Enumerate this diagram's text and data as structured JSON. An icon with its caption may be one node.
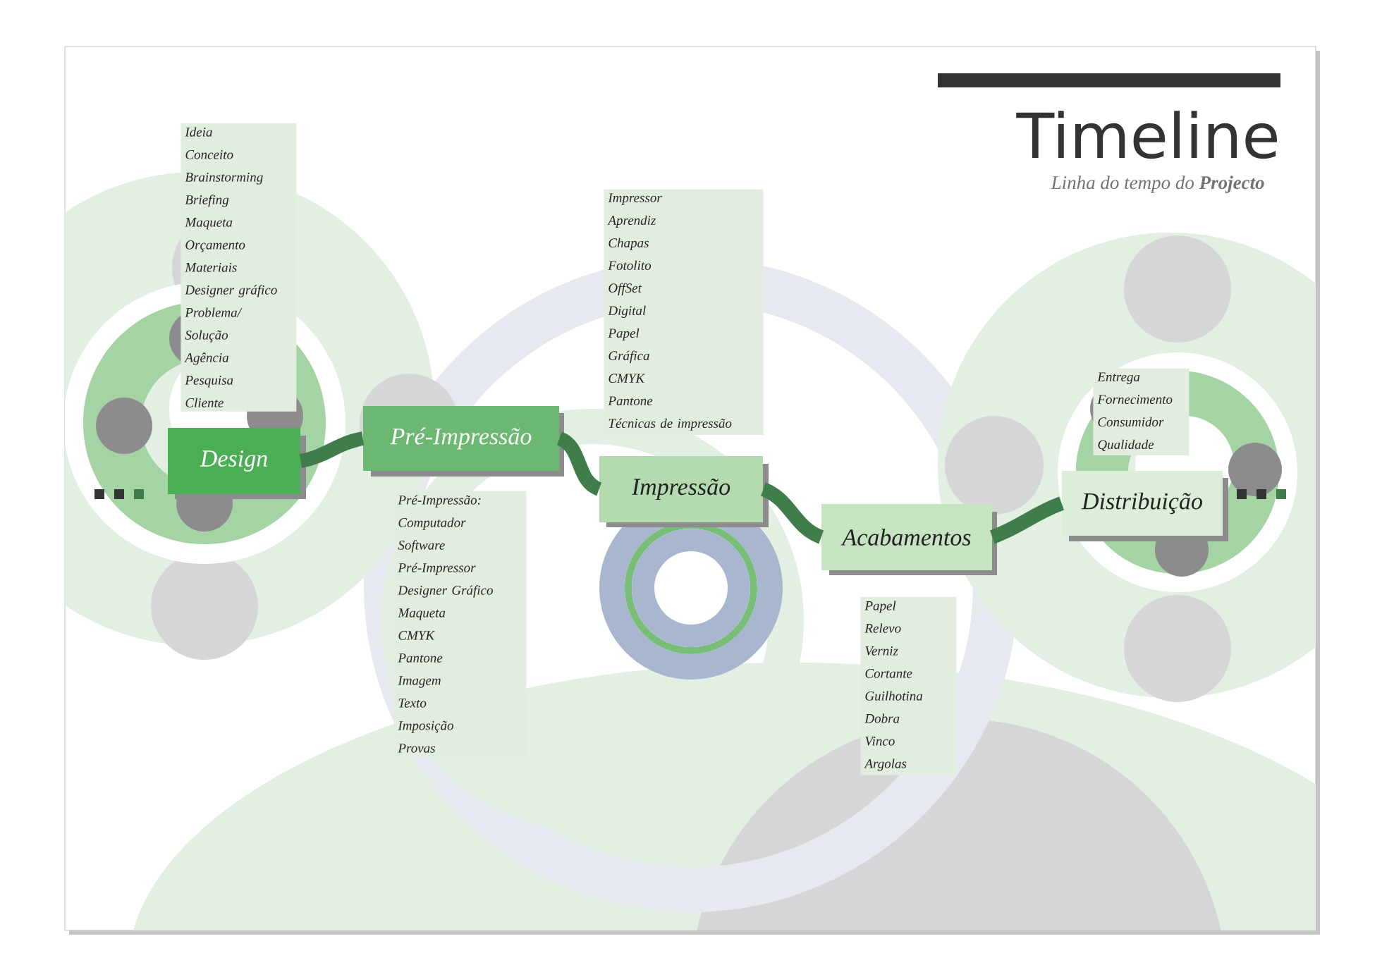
{
  "diagram": {
    "title": "Timeline",
    "nodes": [
      {
        "text": [
          "Design"
        ]
      },
      {
        "text": [
          "Pré-Impressão"
        ]
      },
      {
        "text": [
          "Impressão"
        ]
      },
      {
        "text": [
          "Acabamentos"
        ]
      },
      {
        "text": [
          "Distribuição"
        ]
      },
      {
        "text": [
          "Ideia",
          "Conceito",
          "Brainstorming",
          "Briefing",
          "Maqueta",
          "Orçamento",
          "Materiais",
          "Designer gráfico",
          "Problema/",
          "Solução",
          "Agência",
          "Pesquisa",
          "Cliente"
        ]
      },
      {
        "text": [
          "Pré-Impressão:",
          "Computador",
          "Software",
          "Pré-Impressor",
          "Designer Gráfico",
          "Maqueta",
          "CMYK",
          "Pantone",
          "Imagem",
          "Texto",
          "Imposição",
          "Provas"
        ]
      },
      {
        "text": [
          "Impressor",
          "Aprendiz",
          "Chapas",
          "Fotolito",
          "OffSet",
          "Digital",
          "Papel",
          "Gráfica",
          "CMYK",
          "Pantone",
          "Técnicas de impressão"
        ]
      },
      {
        "text": [
          "Papel",
          "Relevo",
          "Verniz",
          "Cortante",
          "Guilhotina",
          "Dobra",
          "Vinco",
          "Argolas"
        ]
      },
      {
        "text": [
          "Entrega",
          "Fornecimento",
          "Consumidor",
          "Qualidade"
        ]
      }
    ],
    "edges": [
      {
        "from": 0,
        "to": 1,
        "arrow": "none"
      },
      {
        "from": 1,
        "to": 2,
        "arrow": "none"
      },
      {
        "from": 2,
        "to": 3,
        "arrow": "none"
      },
      {
        "from": 3,
        "to": 4,
        "arrow": "none"
      }
    ],
    "labels": [
      "Linha do tempo do **Projecto**"
    ]
  }
}
